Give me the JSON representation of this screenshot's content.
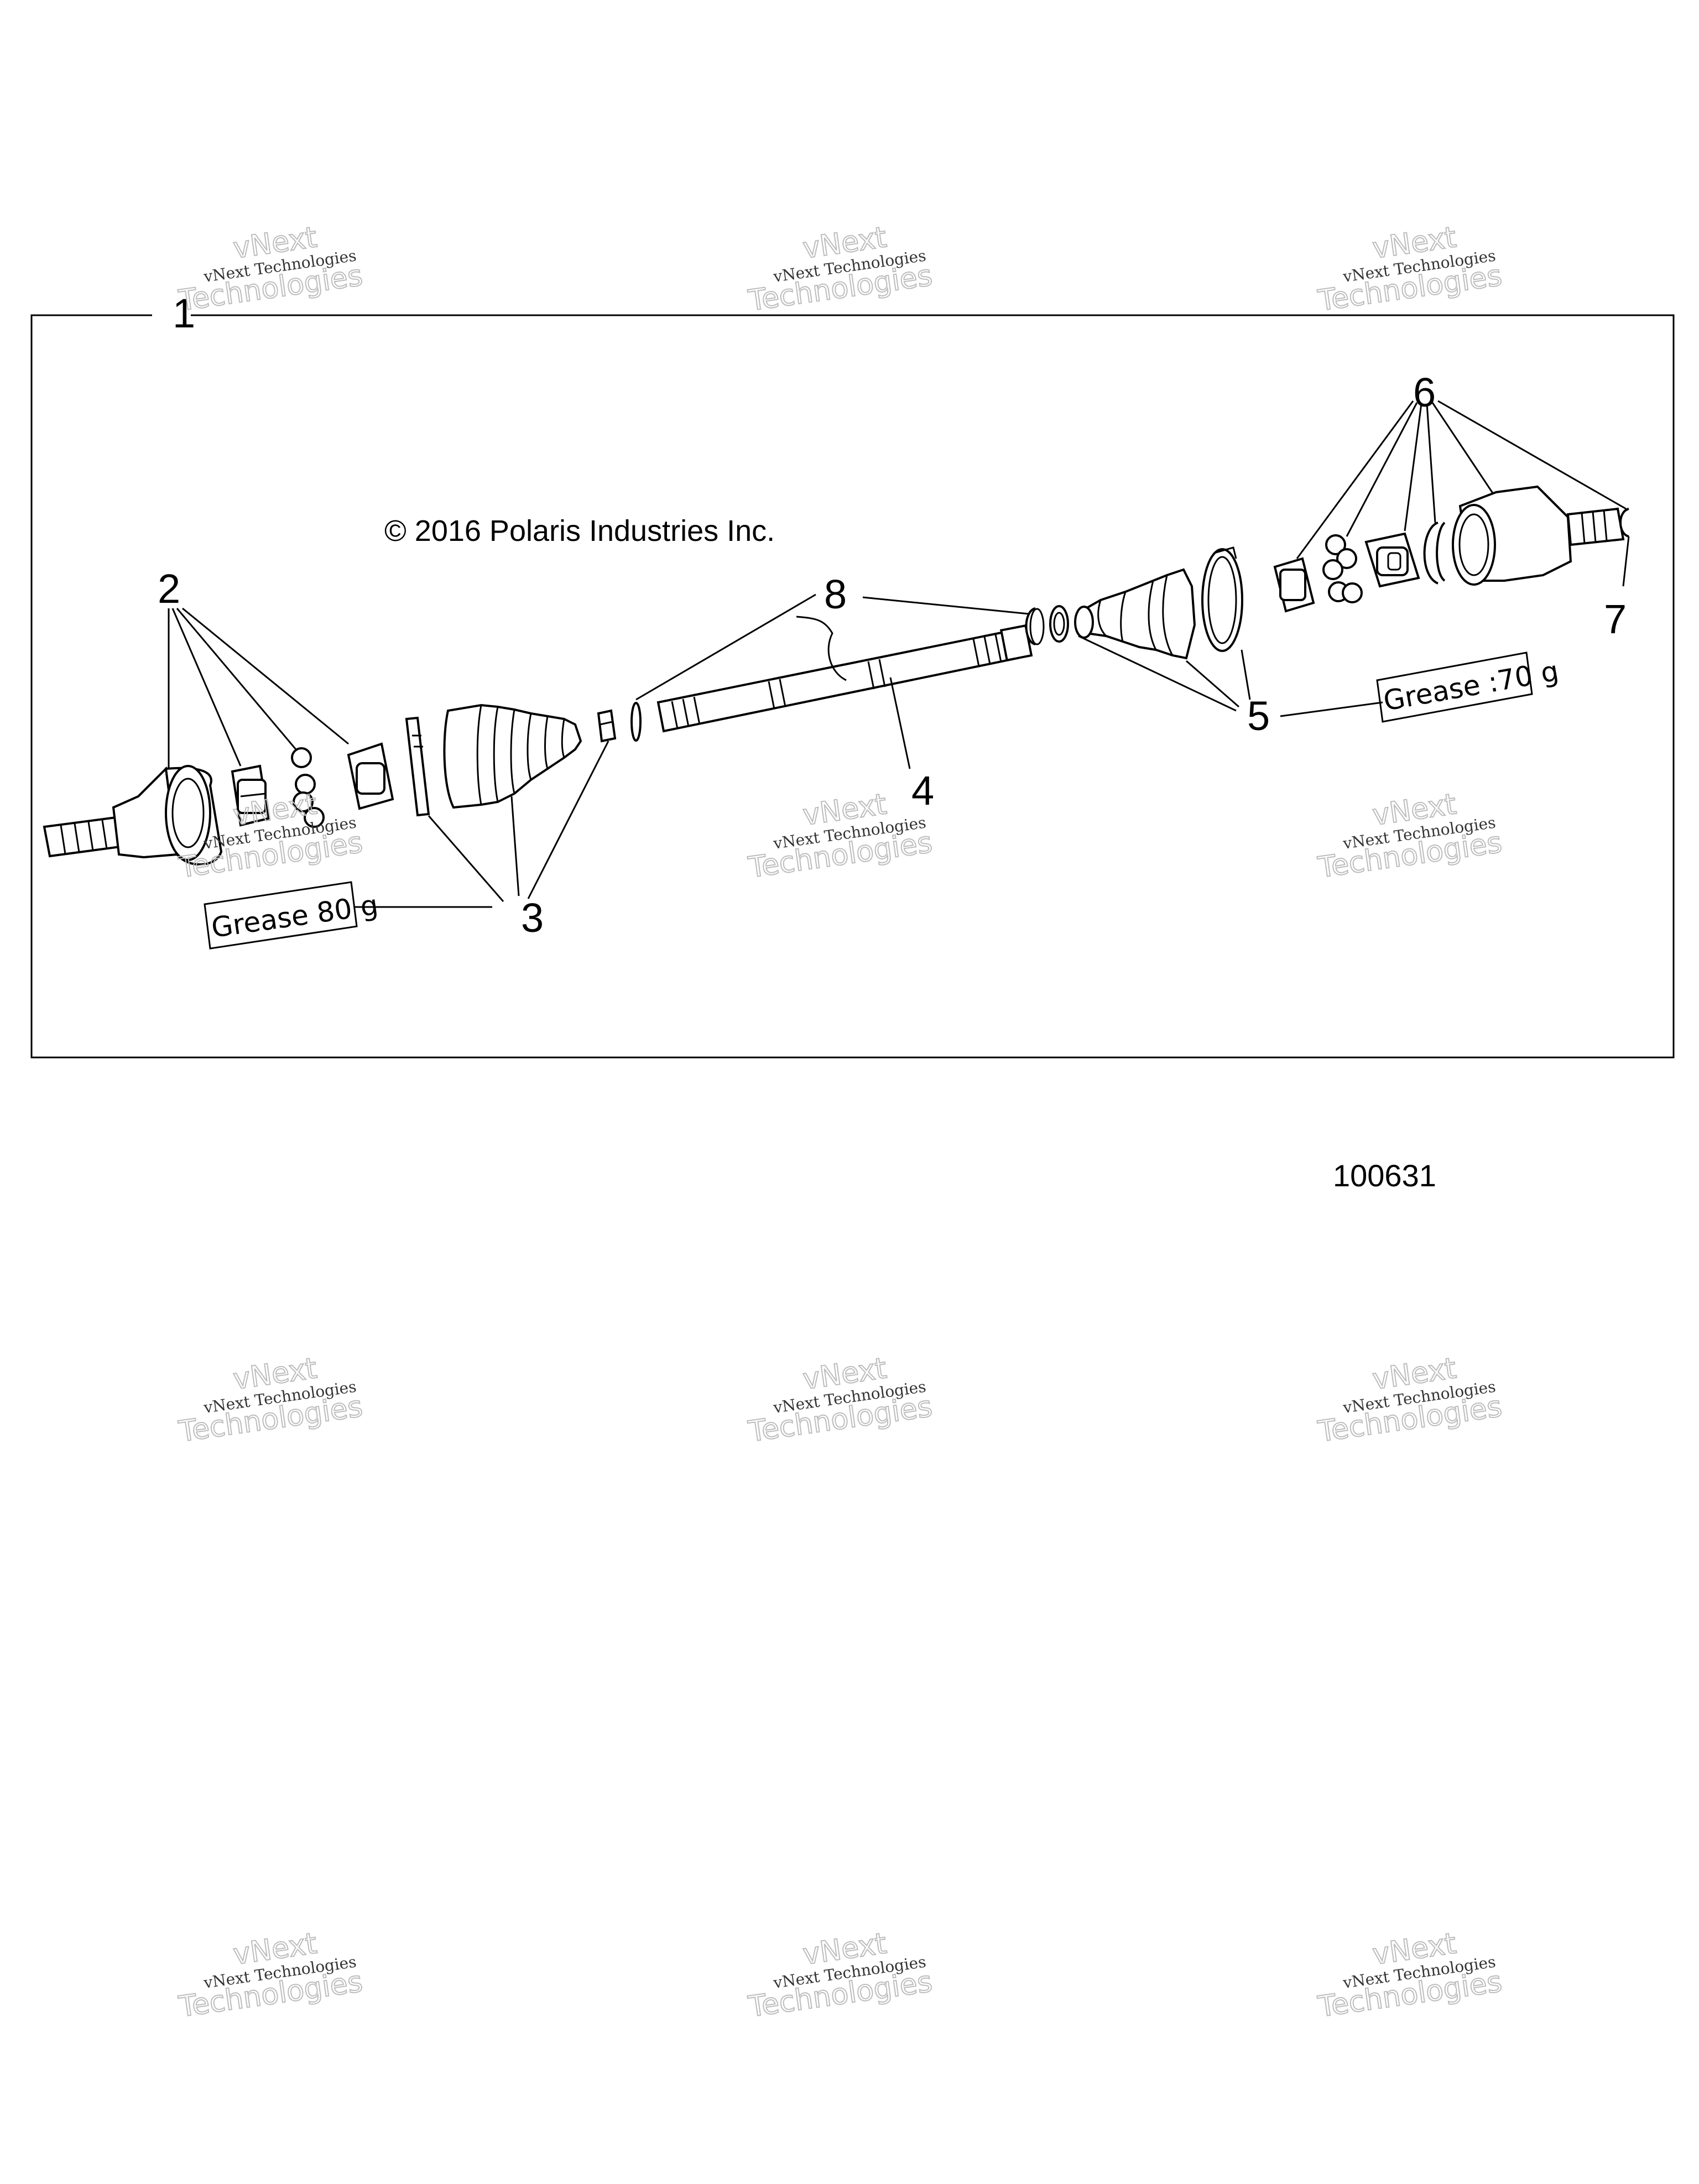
{
  "copyright": "© 2016 Polaris Industries Inc.",
  "figure_number": "100631",
  "callouts": [
    "1",
    "2",
    "3",
    "4",
    "5",
    "6",
    "7",
    "8"
  ],
  "grease_labels": {
    "left": "Grease 80 g",
    "right": "Grease :70 g"
  },
  "watermark": {
    "line1": "vNext Technologies",
    "line2a": "vNext",
    "line2b": "Technologies"
  }
}
